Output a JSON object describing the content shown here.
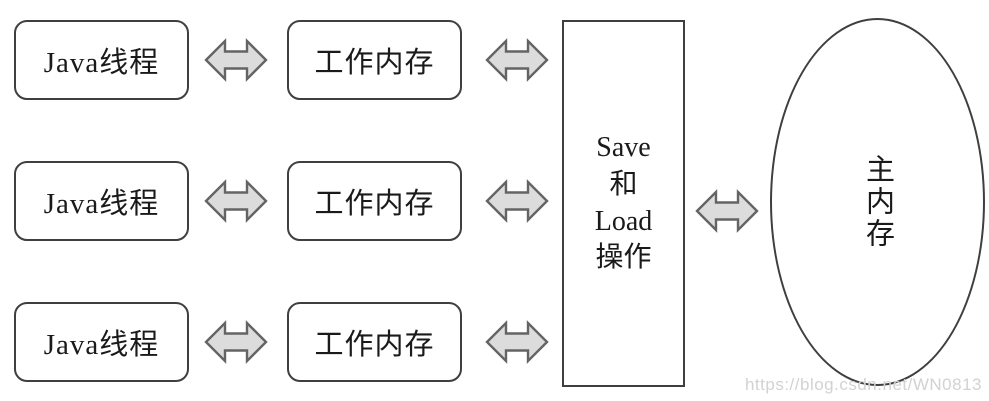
{
  "diagram": {
    "title_semantic": "java-memory-model-diagram",
    "rows": [
      {
        "thread_label": "Java线程",
        "memory_label": "工作内存"
      },
      {
        "thread_label": "Java线程",
        "memory_label": "工作内存"
      },
      {
        "thread_label": "Java线程",
        "memory_label": "工作内存"
      }
    ],
    "save_load_label": "Save\n和\nLoad\n操作",
    "main_memory_label": "主内存",
    "arrow_icon": "left-right-double-arrow",
    "colors": {
      "background": "#ffffff",
      "shape_border": "#3f3f3f",
      "arrow_fill": "#dcdcdc",
      "arrow_stroke": "#646464",
      "text": "#1a1a1a",
      "watermark": "#d2d2d2"
    }
  },
  "watermark": {
    "text": "https://blog.csdn.net/WN0813"
  }
}
